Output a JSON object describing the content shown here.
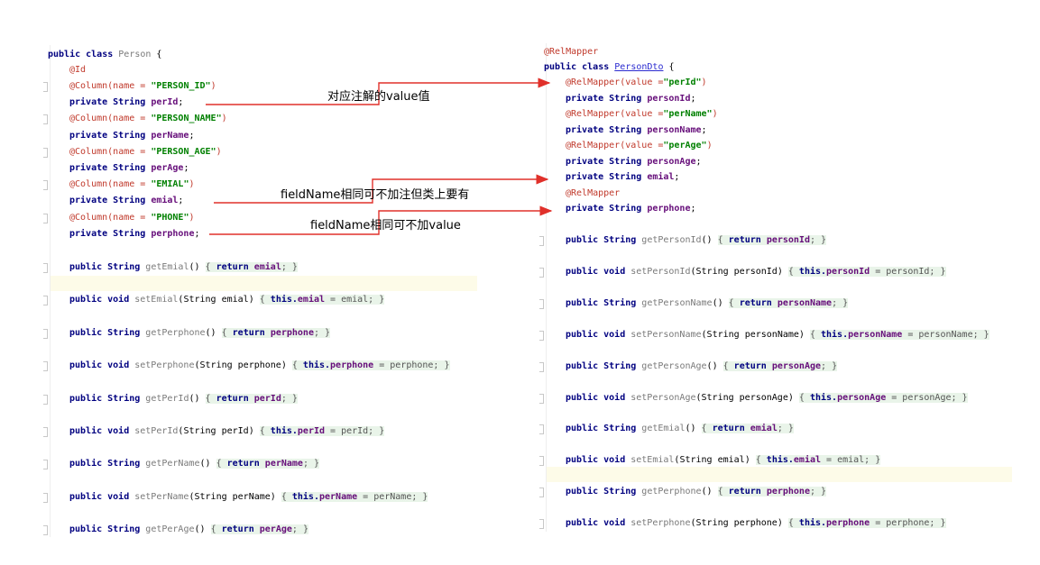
{
  "left": {
    "class_header": {
      "kw": "public class ",
      "name": "Person",
      "open": " {"
    },
    "id_annotation": "@Id",
    "fields": [
      {
        "annotation": "@Column",
        "args_pre": "(name = ",
        "value": "\"PERSON_ID\"",
        "args_post": ")",
        "decl": "private String ",
        "name": "perId",
        "semi": ";"
      },
      {
        "annotation": "@Column",
        "args_pre": "(name = ",
        "value": "\"PERSON_NAME\"",
        "args_post": ")",
        "decl": "private String ",
        "name": "perName",
        "semi": ";"
      },
      {
        "annotation": "@Column",
        "args_pre": "(name = ",
        "value": "\"PERSON_AGE\"",
        "args_post": ")",
        "decl": "private String ",
        "name": "perAge",
        "semi": ";"
      },
      {
        "annotation": "@Column",
        "args_pre": "(name = ",
        "value": "\"EMIAL\"",
        "args_post": ")",
        "decl": "private String ",
        "name": "emial",
        "semi": ";"
      },
      {
        "annotation": "@Column",
        "args_pre": "(name = ",
        "value": "\"PHONE\"",
        "args_post": ")",
        "decl": "private String ",
        "name": "perphone",
        "semi": ";"
      }
    ],
    "methods": [
      {
        "mod": "public String ",
        "name": "getEmial",
        "params": "()",
        "body_kw": "return ",
        "body_field": "emial",
        "body_rest": ";"
      },
      {
        "mod": "public void ",
        "name": "setEmial",
        "params": "(String emial)",
        "body_kw": "this.",
        "body_field": "emial",
        "body_rest": " = emial;"
      },
      {
        "mod": "public String ",
        "name": "getPerphone",
        "params": "()",
        "body_kw": "return ",
        "body_field": "perphone",
        "body_rest": ";"
      },
      {
        "mod": "public void ",
        "name": "setPerphone",
        "params": "(String perphone)",
        "body_kw": "this.",
        "body_field": "perphone",
        "body_rest": " = perphone;"
      },
      {
        "mod": "public String ",
        "name": "getPerId",
        "params": "()",
        "body_kw": "return ",
        "body_field": "perId",
        "body_rest": ";"
      },
      {
        "mod": "public void ",
        "name": "setPerId",
        "params": "(String perId)",
        "body_kw": "this.",
        "body_field": "perId",
        "body_rest": " = perId;"
      },
      {
        "mod": "public String ",
        "name": "getPerName",
        "params": "()",
        "body_kw": "return ",
        "body_field": "perName",
        "body_rest": ";"
      },
      {
        "mod": "public void ",
        "name": "setPerName",
        "params": "(String perName)",
        "body_kw": "this.",
        "body_field": "perName",
        "body_rest": " = perName;"
      },
      {
        "mod": "public String ",
        "name": "getPerAge",
        "params": "()",
        "body_kw": "return ",
        "body_field": "perAge",
        "body_rest": ";"
      }
    ]
  },
  "right": {
    "class_annotation": "@RelMapper",
    "class_header": {
      "kw": "public class ",
      "name": "PersonDto",
      "open": " {"
    },
    "fields": [
      {
        "annotation": "@RelMapper",
        "args_pre": "(value =",
        "value": "\"perId\"",
        "args_post": ")",
        "decl": "private String ",
        "name": "personId",
        "semi": ";"
      },
      {
        "annotation": "@RelMapper",
        "args_pre": "(value =",
        "value": "\"perName\"",
        "args_post": ")",
        "decl": "private String ",
        "name": "personName",
        "semi": ";"
      },
      {
        "annotation": "@RelMapper",
        "args_pre": "(value =",
        "value": "\"perAge\"",
        "args_post": ")",
        "decl": "private String ",
        "name": "personAge",
        "semi": ";"
      },
      {
        "annotation": "",
        "args_pre": "",
        "value": "",
        "args_post": "",
        "decl": "private String ",
        "name": "emial",
        "semi": ";"
      },
      {
        "annotation": "@RelMapper",
        "args_pre": "",
        "value": "",
        "args_post": "",
        "decl": "private String ",
        "name": "perphone",
        "semi": ";"
      }
    ],
    "methods": [
      {
        "mod": "public String ",
        "name": "getPersonId",
        "params": "()",
        "body_kw": "return ",
        "body_field": "personId",
        "body_rest": ";"
      },
      {
        "mod": "public void ",
        "name": "setPersonId",
        "params": "(String personId)",
        "body_kw": "this.",
        "body_field": "personId",
        "body_rest": " = personId;"
      },
      {
        "mod": "public String ",
        "name": "getPersonName",
        "params": "()",
        "body_kw": "return ",
        "body_field": "personName",
        "body_rest": ";"
      },
      {
        "mod": "public void ",
        "name": "setPersonName",
        "params": "(String personName)",
        "body_kw": "this.",
        "body_field": "personName",
        "body_rest": " = personName;"
      },
      {
        "mod": "public String ",
        "name": "getPersonAge",
        "params": "()",
        "body_kw": "return ",
        "body_field": "personAge",
        "body_rest": ";"
      },
      {
        "mod": "public void ",
        "name": "setPersonAge",
        "params": "(String personAge)",
        "body_kw": "this.",
        "body_field": "personAge",
        "body_rest": " = personAge;"
      },
      {
        "mod": "public String ",
        "name": "getEmial",
        "params": "()",
        "body_kw": "return ",
        "body_field": "emial",
        "body_rest": ";"
      },
      {
        "mod": "public void ",
        "name": "setEmial",
        "params": "(String emial)",
        "body_kw": "this.",
        "body_field": "emial",
        "body_rest": " = emial;"
      },
      {
        "mod": "public String ",
        "name": "getPerphone",
        "params": "()",
        "body_kw": "return ",
        "body_field": "perphone",
        "body_rest": ";"
      },
      {
        "mod": "public void ",
        "name": "setPerphone",
        "params": "(String perphone)",
        "body_kw": "this.",
        "body_field": "perphone",
        "body_rest": " = perphone;"
      }
    ]
  },
  "notes": {
    "value_note": "对应注解的value值",
    "fieldname_class_note": "fieldName相同可不加注但类上要有",
    "fieldname_value_note": "fieldName相同可不加value"
  },
  "colors": {
    "arrow": "#e0302a",
    "keyword": "#000080",
    "annotation": "#c0392b",
    "string": "#008000",
    "field": "#660e7a",
    "caret_line": "#fdfbe8"
  }
}
